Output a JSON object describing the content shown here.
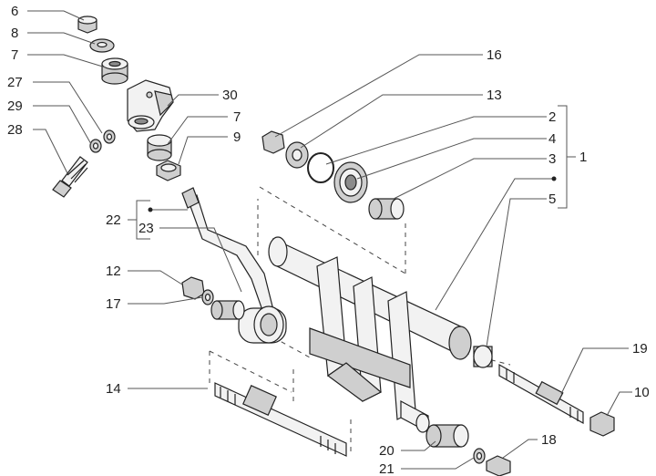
{
  "diagram": {
    "callouts": [
      {
        "id": "c6",
        "text": "6"
      },
      {
        "id": "c8",
        "text": "8"
      },
      {
        "id": "c7a",
        "text": "7"
      },
      {
        "id": "c27",
        "text": "27"
      },
      {
        "id": "c29",
        "text": "29"
      },
      {
        "id": "c28",
        "text": "28"
      },
      {
        "id": "c30",
        "text": "30"
      },
      {
        "id": "c7b",
        "text": "7"
      },
      {
        "id": "c9",
        "text": "9"
      },
      {
        "id": "c16",
        "text": "16"
      },
      {
        "id": "c13",
        "text": "13"
      },
      {
        "id": "c2",
        "text": "2"
      },
      {
        "id": "c4",
        "text": "4"
      },
      {
        "id": "c3",
        "text": "3"
      },
      {
        "id": "c1",
        "text": "1"
      },
      {
        "id": "c5",
        "text": "5"
      },
      {
        "id": "c22",
        "text": "22"
      },
      {
        "id": "c23",
        "text": "23"
      },
      {
        "id": "c12",
        "text": "12"
      },
      {
        "id": "c17",
        "text": "17"
      },
      {
        "id": "c14",
        "text": "14"
      },
      {
        "id": "c19",
        "text": "19"
      },
      {
        "id": "c10",
        "text": "10"
      },
      {
        "id": "c18",
        "text": "18"
      },
      {
        "id": "c20",
        "text": "20"
      },
      {
        "id": "c21",
        "text": "21"
      }
    ]
  }
}
